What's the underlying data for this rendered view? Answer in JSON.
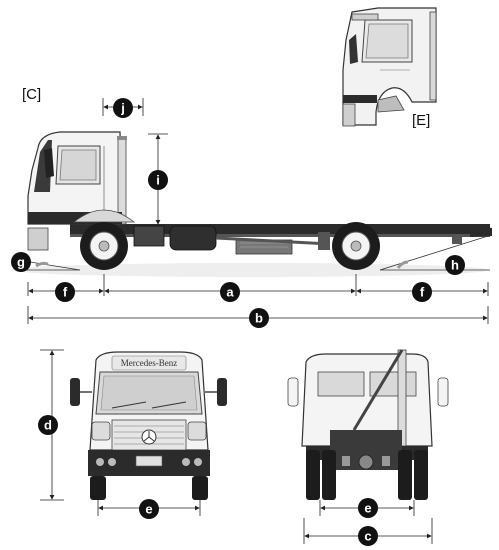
{
  "view_labels": {
    "side": "[C]",
    "cab_rear": "[E]"
  },
  "dimension_markers": {
    "a": "a",
    "b": "b",
    "c": "c",
    "d": "d",
    "e": "e",
    "f": "f",
    "g": "g",
    "h": "h",
    "i": "i",
    "j": "j"
  },
  "brand_text": "Mercedes-Benz",
  "colors": {
    "badge": "#111111",
    "line": "#222222",
    "cab": "#f4f4f4",
    "tire": "#1c1c1c",
    "chassis": "#2a2a2a"
  }
}
